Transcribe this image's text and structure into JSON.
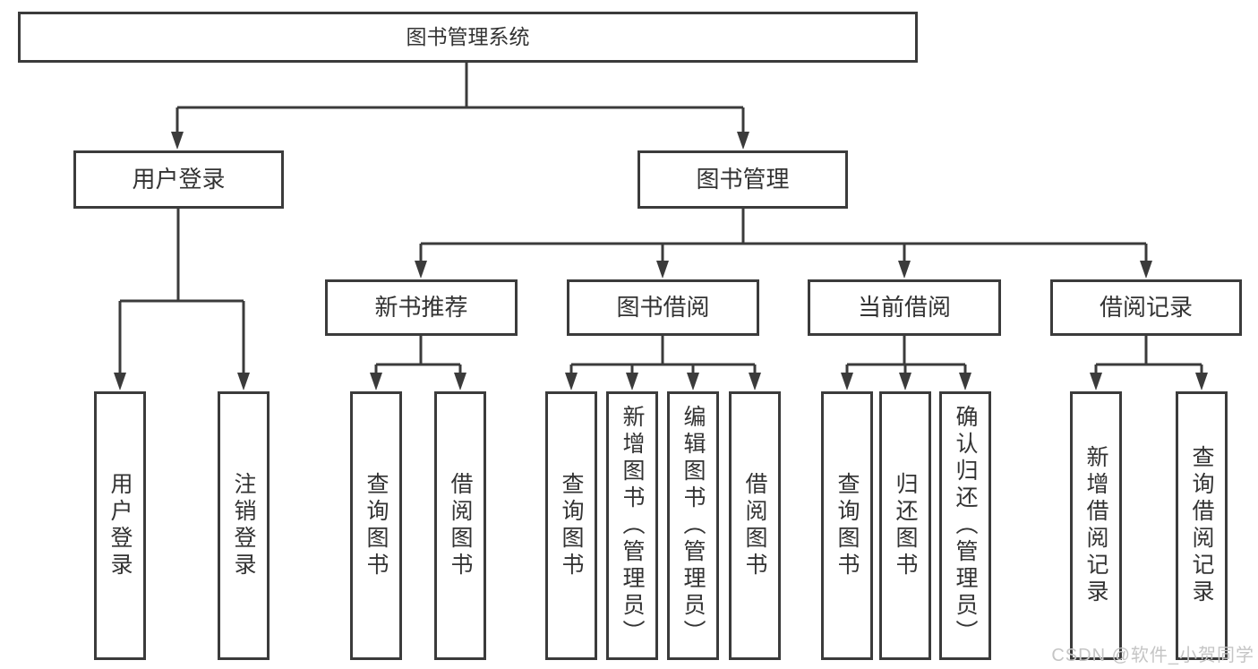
{
  "nodes": {
    "root": "图书管理系统",
    "user_login": "用户登录",
    "book_management": "图书管理",
    "new_book_recommend": "新书推荐",
    "book_borrowing": "图书借阅",
    "current_borrowing": "当前借阅",
    "borrowing_records": "借阅记录"
  },
  "leaves": {
    "user_login": [
      "用户登录",
      "注销登录"
    ],
    "new_book_recommend": [
      "查询图书",
      "借阅图书"
    ],
    "book_borrowing": [
      "查询图书",
      "新增图书（管理员）",
      "编辑图书（管理员）",
      "借阅图书"
    ],
    "current_borrowing": [
      "查询图书",
      "归还图书",
      "确认归还（管理员）"
    ],
    "borrowing_records": [
      "新增借阅记录",
      "查询借阅记录"
    ]
  },
  "watermark": "CSDN @软件_小贺同学",
  "colors": {
    "line": "#3b3b3b",
    "text": "#333333",
    "box-bg": "#ffffff",
    "background": "#ffffff",
    "watermark": "#c5c5c5"
  }
}
